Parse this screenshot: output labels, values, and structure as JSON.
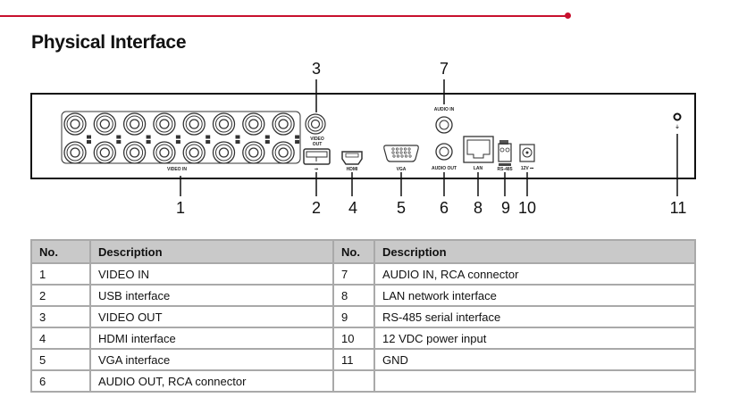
{
  "header": {
    "title": "Physical Interface",
    "accent_color": "#c8102e"
  },
  "panel": {
    "port_labels": {
      "video_in": "VIDEO IN",
      "video_out_line1": "VIDEO",
      "video_out_line2": "OUT",
      "hdmi": "HDMI",
      "vga": "VGA",
      "audio_in": "AUDIO IN",
      "audio_out": "AUDIO OUT",
      "lan": "LAN",
      "rs485": "RS-485",
      "power": "12V ⎓"
    },
    "callouts": [
      "1",
      "2",
      "3",
      "4",
      "5",
      "6",
      "7",
      "8",
      "9",
      "10",
      "11"
    ]
  },
  "table": {
    "headers": [
      "No.",
      "Description",
      "No.",
      "Description"
    ],
    "rows": [
      {
        "no1": "1",
        "desc1": "VIDEO IN",
        "no2": "7",
        "desc2": "AUDIO IN, RCA connector"
      },
      {
        "no1": "2",
        "desc1": "USB interface",
        "no2": "8",
        "desc2": "LAN network interface"
      },
      {
        "no1": "3",
        "desc1": "VIDEO OUT",
        "no2": "9",
        "desc2": "RS-485 serial interface"
      },
      {
        "no1": "4",
        "desc1": "HDMI interface",
        "no2": "10",
        "desc2": "12 VDC power input"
      },
      {
        "no1": "5",
        "desc1": "VGA interface",
        "no2": "11",
        "desc2": "GND"
      },
      {
        "no1": "6",
        "desc1": "AUDIO OUT, RCA connector",
        "no2": "",
        "desc2": ""
      }
    ]
  }
}
